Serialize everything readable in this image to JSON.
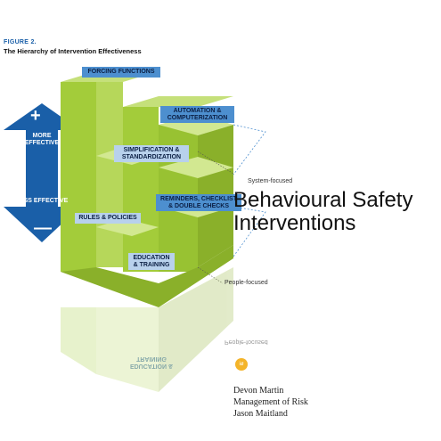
{
  "figure": {
    "label": "FIGURE 2.",
    "title": "The Hierarchy of Intervention Effectiveness"
  },
  "levels": {
    "forcing": "FORCING FUNCTIONS",
    "automation": "AUTOMATION & COMPUTERIZATION",
    "simplification": "SIMPLIFICATION & STANDARDIZATION",
    "reminders": "REMINDERS, CHECKLIST & DOUBLE CHECKS",
    "rules": "RULES & POLICIES",
    "education": "EDUCATION & TRAINING"
  },
  "arrow": {
    "more": "MORE EFFECTIVE",
    "less": "LESS EFFECTIVE",
    "plus": "+",
    "minus": "—"
  },
  "side_labels": {
    "system": "System-focused",
    "people": "People-focused"
  },
  "overlay": {
    "title": "Behavioural Safety Interventions",
    "badge": "iø",
    "credits": [
      "Devon Martin",
      "Management of Risk",
      "Jason Maitland"
    ]
  },
  "reflection_text": {
    "people": "People-focused",
    "education": "EDUCATION & TRAINING"
  },
  "colors": {
    "green_front": "#a3cc3a",
    "green_top": "#c5e07a",
    "green_side": "#8ab02a",
    "blue_box": "#4d8fcf",
    "arrow": "#1a5fa8"
  }
}
